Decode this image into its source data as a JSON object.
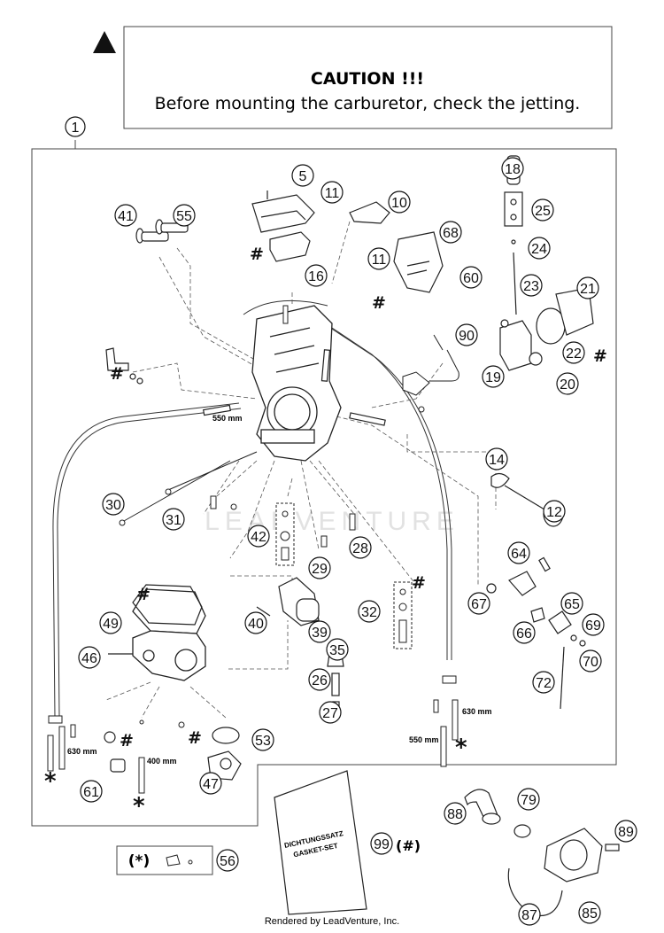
{
  "caution": {
    "title": "CAUTION !!!",
    "text": "Before mounting the carburetor, check the jetting."
  },
  "main_callout": "1",
  "callouts": [
    "5",
    "11",
    "10",
    "18",
    "25",
    "41",
    "55",
    "68",
    "24",
    "11",
    "60",
    "16",
    "23",
    "21",
    "90",
    "22",
    "19",
    "20",
    "14",
    "12",
    "30",
    "31",
    "42",
    "28",
    "29",
    "64",
    "32",
    "67",
    "65",
    "66",
    "69",
    "49",
    "40",
    "39",
    "35",
    "70",
    "46",
    "72",
    "26",
    "27",
    "53",
    "61",
    "47",
    "88",
    "79",
    "89",
    "99",
    "56",
    "87",
    "85"
  ],
  "markers": {
    "hash": "#",
    "asterisk": "*",
    "hash_paren": "(#)",
    "asterisk_paren": "(*)"
  },
  "measurements": {
    "m550_upper": "550 mm",
    "m630_right": "630 mm",
    "m550_right": "550 mm",
    "m630_left": "630 mm",
    "m400": "400 mm"
  },
  "gasket_set": {
    "line1": "DICHTUNGSSATZ",
    "line2": "GASKET-SET"
  },
  "watermark": "LEADVENTURE",
  "footer": "Rendered by LeadVenture, Inc.",
  "colors": {
    "line": "#111111",
    "watermark": "#e4e4e4"
  }
}
